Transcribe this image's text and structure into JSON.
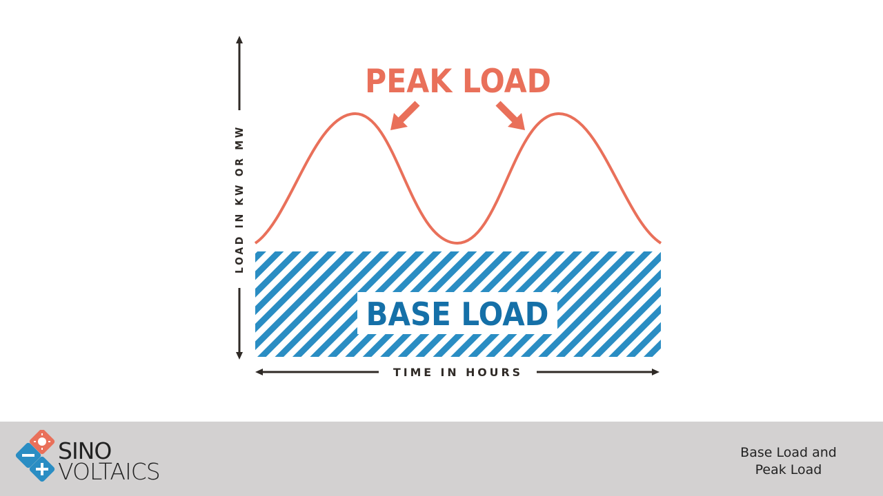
{
  "diagram": {
    "peak_label": "PEAK LOAD",
    "base_label": "BASE LOAD",
    "y_axis_label": "LOAD IN KW OR MW",
    "x_axis_label": "TIME IN HOURS",
    "colors": {
      "peak": "#e9705a",
      "base": "#2a8dc3",
      "base_text": "#1570a8",
      "axis": "#2f2a26"
    }
  },
  "footer": {
    "logo": {
      "word1": "SINO",
      "word2": "VOLTAICS",
      "icon_names": [
        "sun-icon",
        "minus-icon",
        "plus-icon"
      ]
    },
    "caption_line1": "Base Load and",
    "caption_line2": "Peak Load"
  }
}
